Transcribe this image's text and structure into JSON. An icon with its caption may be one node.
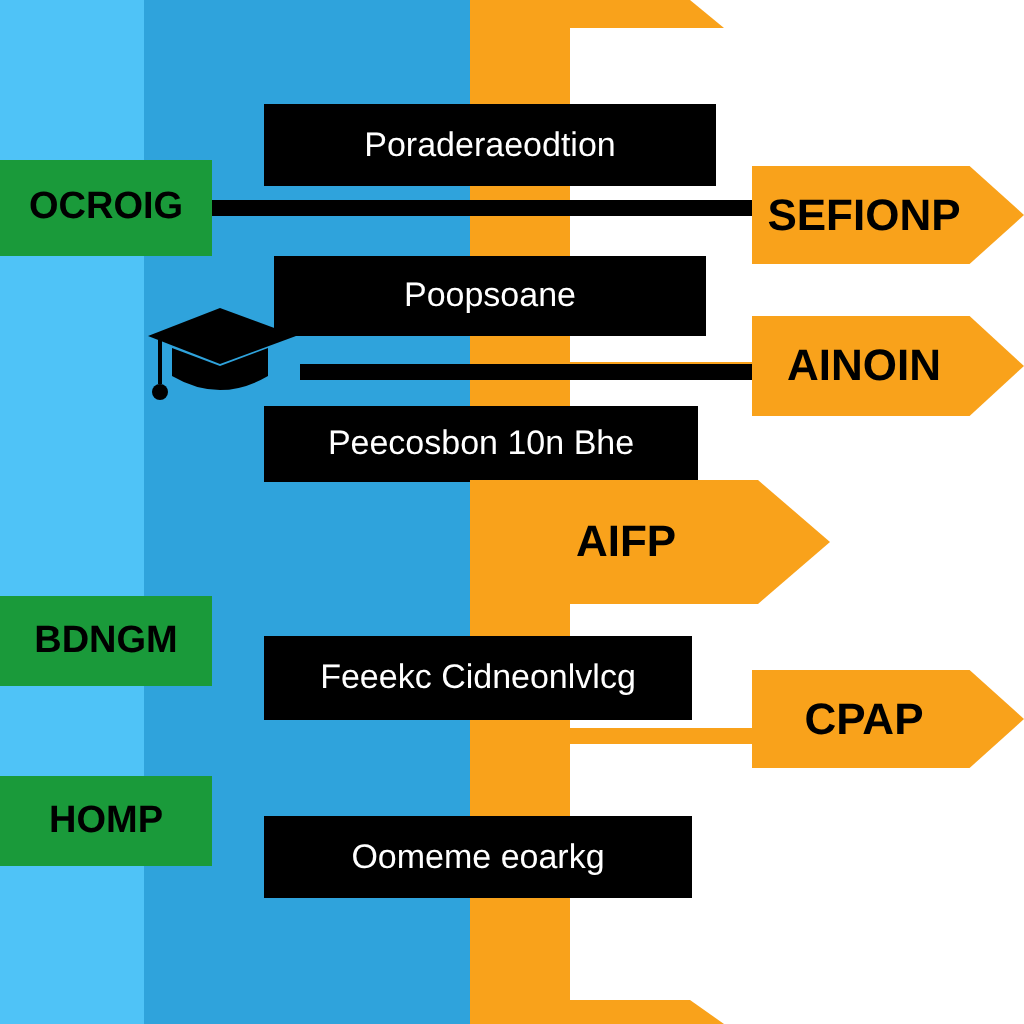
{
  "diagram": {
    "nodes": [
      {
        "text": [
          "OCROIG"
        ]
      },
      {
        "text": [
          "BDNGM"
        ]
      },
      {
        "text": [
          "HOMP"
        ]
      },
      {
        "text": [
          "Poraderaeodtion"
        ]
      },
      {
        "text": [
          "Poopsoane"
        ]
      },
      {
        "text": [
          "Peecosbon 10n Bhe"
        ]
      },
      {
        "text": [
          "Feeekc Cidneonlvlcg"
        ]
      },
      {
        "text": [
          "Oomeme eoarkg"
        ]
      },
      {
        "text": [
          "SEFIONP"
        ]
      },
      {
        "text": [
          "AINOIN"
        ]
      },
      {
        "text": [
          "AIFP"
        ]
      },
      {
        "text": [
          "CPAP"
        ]
      },
      {
        "text": [],
        "shape": "picture"
      }
    ],
    "edges": [
      {
        "from": 0,
        "to": 8,
        "arrow": "none"
      },
      {
        "from": 12,
        "to": 9,
        "arrow": "none"
      }
    ]
  }
}
